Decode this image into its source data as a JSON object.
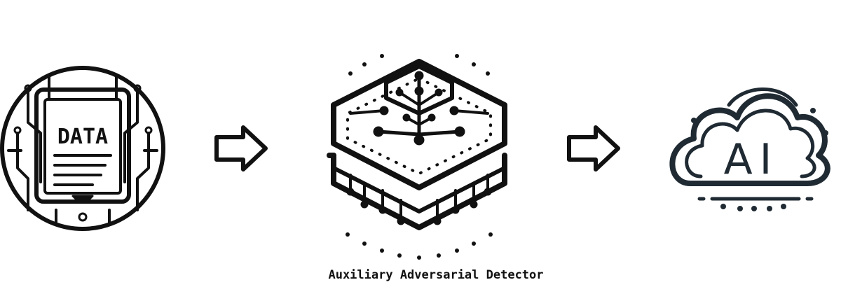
{
  "nodes": [
    {
      "id": "data",
      "label": "DATA",
      "icon": "data-document-icon"
    },
    {
      "id": "detector",
      "label": "Auxiliary Adversarial Detector",
      "icon": "layered-chip-icon"
    },
    {
      "id": "ai",
      "label": "AI",
      "icon": "ai-cloud-icon"
    }
  ],
  "edges": [
    {
      "from": "data",
      "to": "detector",
      "icon": "arrow-right-icon"
    },
    {
      "from": "detector",
      "to": "ai",
      "icon": "arrow-right-icon"
    }
  ],
  "colors": {
    "stroke_dark": "#111111",
    "stroke_ai": "#1f2a33",
    "background": "#ffffff"
  }
}
